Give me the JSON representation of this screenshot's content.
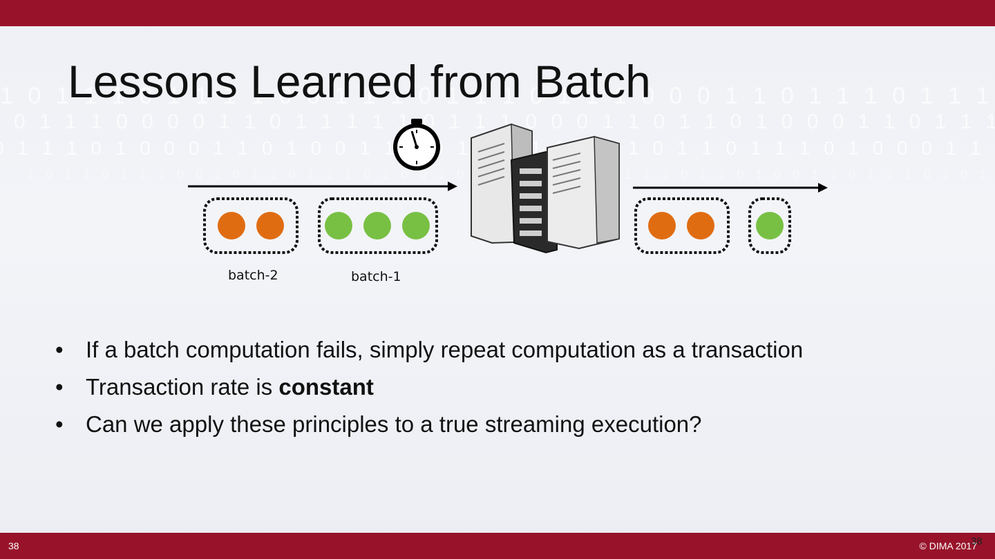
{
  "slide": {
    "title": "Lessons Learned from Batch",
    "slide_number": "38",
    "page_number_overlay": "38",
    "copyright": "© DIMA 2017",
    "accent_color": "#98132a"
  },
  "diagram": {
    "batch_labels": [
      "batch-2",
      "batch-1"
    ],
    "colors": {
      "orange": "#e06c12",
      "green": "#78c043"
    },
    "icons": [
      "stopwatch-icon",
      "server-icon"
    ]
  },
  "bullets": [
    {
      "text": "If a batch computation fails, simply repeat computation as a transaction",
      "bold": ""
    },
    {
      "text": "Transaction rate is ",
      "bold": "constant"
    },
    {
      "text": "Can we apply these principles to a true streaming execution?",
      "bold": ""
    }
  ],
  "bullet_glyph": "•"
}
